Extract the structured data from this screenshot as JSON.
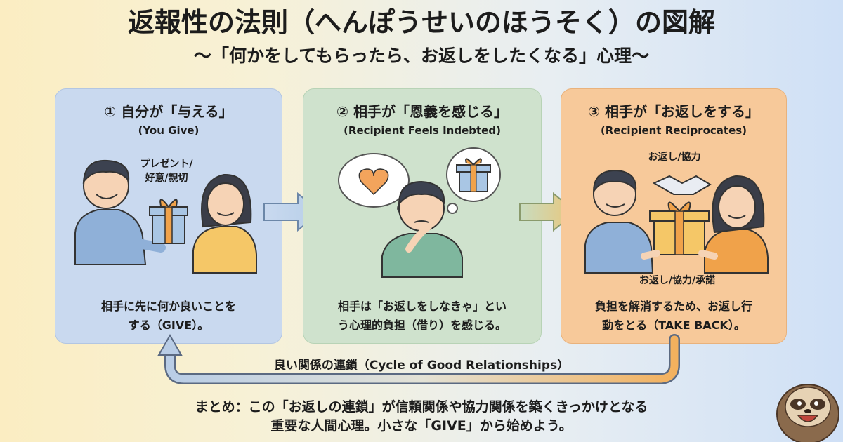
{
  "header": {
    "title": "返報性の法則（へんぽうせいのほうそく）の図解",
    "subtitle": "〜「何かをしてもらったら、お返しをしたくなる」心理〜"
  },
  "steps": [
    {
      "title": "① 自分が「与える」",
      "subtitle": "(You Give)",
      "gift_label_1": "プレゼント/",
      "gift_label_2": "好意/親切",
      "body_1": "相手に先に何か良いことを",
      "body_2": "する（GIVE）。",
      "icon": "giving-gift-icon"
    },
    {
      "title": "② 相手が「恩義を感じる」",
      "subtitle": "(Recipient Feels Indebted)",
      "body_1": "相手は「お返しをしなきゃ」とい",
      "body_2": "う心理的負担（借り）を感じる。",
      "icon": "thinking-person-icon"
    },
    {
      "title": "③ 相手が「お返しをする」",
      "subtitle": "(Recipient Reciprocates)",
      "top_label": "お返し/協力",
      "bottom_label": "お返し/協力/承諾",
      "body_1": "負担を解消するため、お返し行",
      "body_2": "動をとる（TAKE BACK）。",
      "icon": "handshake-icon"
    }
  ],
  "cycle": {
    "label": "良い関係の連鎖（Cycle of Good Relationships）"
  },
  "summary": {
    "line_1": "まとめ：この「お返しの連鎖」が信頼関係や協力関係を築くきっかけとなる",
    "line_2": "重要な人間心理。小さな「GIVE」から始めよう。"
  },
  "colors": {
    "card_1": "#c9d9ef",
    "card_2": "#cfe2cd",
    "card_3": "#f7c99a",
    "gift_orange": "#f0a24a",
    "gift_blue": "#a9c6e4"
  }
}
